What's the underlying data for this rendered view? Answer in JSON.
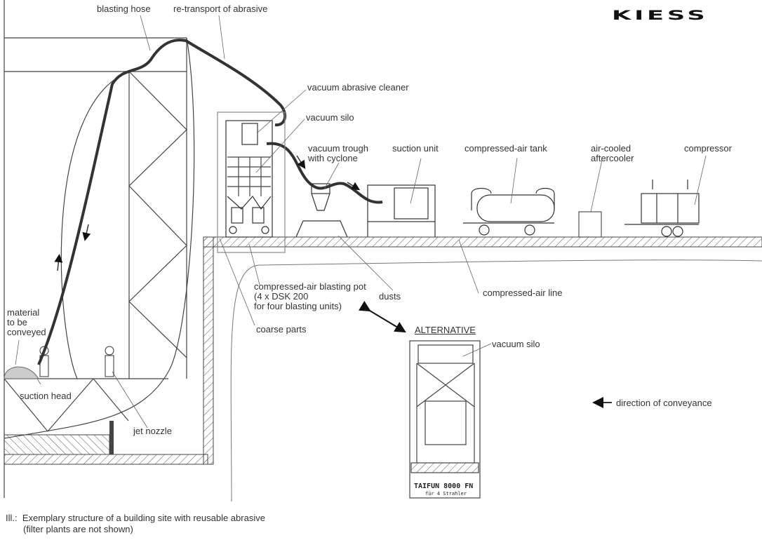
{
  "brand": {
    "logo_text": "KIESS"
  },
  "labels": {
    "blasting_hose": "blasting hose",
    "re_transport": "re-transport of abrasive",
    "vacuum_abrasive_cleaner": "vacuum abrasive cleaner",
    "vacuum_silo": "vacuum silo",
    "vacuum_trough_1": "vacuum trough",
    "vacuum_trough_2": "with cyclone",
    "suction_unit": "suction unit",
    "compressed_air_tank": "compressed-air tank",
    "aftercooler_1": "air-cooled",
    "aftercooler_2": "aftercooler",
    "compressor": "compressor",
    "blasting_pot_1": "compressed-air blasting pot",
    "blasting_pot_2": "(4 x DSK 200",
    "blasting_pot_3": "for four blasting units)",
    "dusts": "dusts",
    "compressed_air_line": "compressed-air line",
    "coarse_parts": "coarse parts",
    "material_1": "material",
    "material_2": "to be",
    "material_3": "conveyed",
    "suction_head": "suction head",
    "jet_nozzle": "jet nozzle",
    "alternative": "ALTERNATIVE",
    "alt_vacuum_silo": "vacuum silo",
    "direction": "direction of conveyance"
  },
  "alt_plate": {
    "model": "TAIFUN 8000 FN",
    "sub": "für 4 Strahler"
  },
  "caption": {
    "line1": "Ill.:  Exemplary structure of a building site with reusable abrasive",
    "line2": "(filter plants are not shown)"
  }
}
